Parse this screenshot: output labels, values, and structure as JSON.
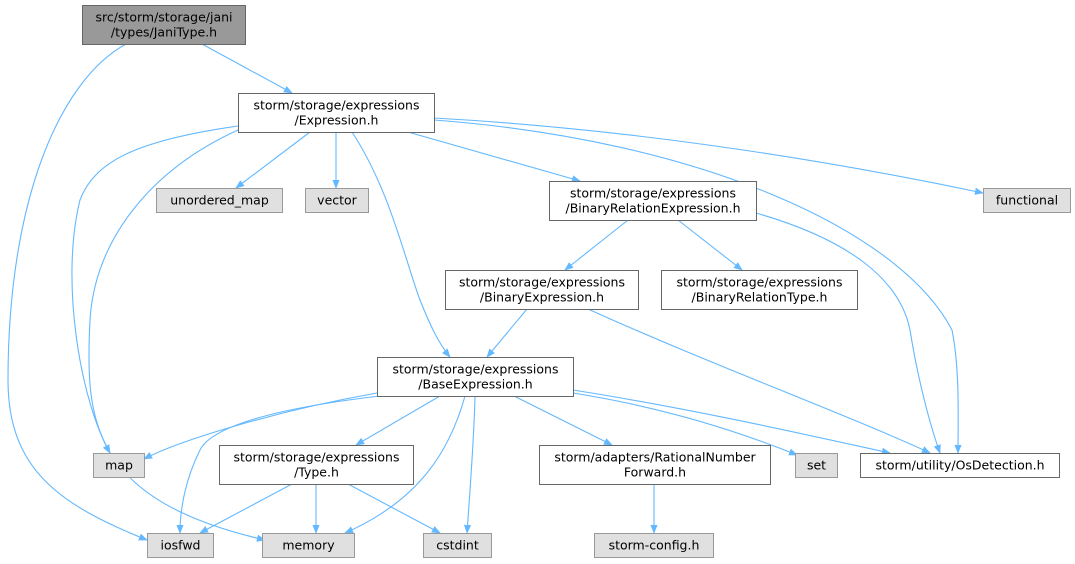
{
  "colors": {
    "edge": "#63b8ff",
    "node_border": "#666666",
    "node_fill": "#ffffff",
    "root_fill": "#999999",
    "root_border": "#666666",
    "system_fill": "#e0e0e0",
    "system_border": "#999999"
  },
  "nodes": [
    {
      "id": "root",
      "lines": [
        "src/storm/storage/jani",
        "/types/JaniType.h"
      ],
      "kind": "root"
    },
    {
      "id": "expression",
      "lines": [
        "storm/storage/expressions",
        "/Expression.h"
      ],
      "kind": "file"
    },
    {
      "id": "unordered_map",
      "lines": [
        "unordered_map"
      ],
      "kind": "system"
    },
    {
      "id": "vector",
      "lines": [
        "vector"
      ],
      "kind": "system"
    },
    {
      "id": "functional",
      "lines": [
        "functional"
      ],
      "kind": "system"
    },
    {
      "id": "binrelexpr",
      "lines": [
        "storm/storage/expressions",
        "/BinaryRelationExpression.h"
      ],
      "kind": "file"
    },
    {
      "id": "binexpr",
      "lines": [
        "storm/storage/expressions",
        "/BinaryExpression.h"
      ],
      "kind": "file"
    },
    {
      "id": "binreltype",
      "lines": [
        "storm/storage/expressions",
        "/BinaryRelationType.h"
      ],
      "kind": "file"
    },
    {
      "id": "baseexpr",
      "lines": [
        "storm/storage/expressions",
        "/BaseExpression.h"
      ],
      "kind": "file"
    },
    {
      "id": "map",
      "lines": [
        "map"
      ],
      "kind": "system"
    },
    {
      "id": "type",
      "lines": [
        "storm/storage/expressions",
        "/Type.h"
      ],
      "kind": "file"
    },
    {
      "id": "rational",
      "lines": [
        "storm/adapters/RationalNumber",
        "Forward.h"
      ],
      "kind": "file"
    },
    {
      "id": "set",
      "lines": [
        "set"
      ],
      "kind": "system"
    },
    {
      "id": "osdetection",
      "lines": [
        "storm/utility/OsDetection.h"
      ],
      "kind": "file"
    },
    {
      "id": "iosfwd",
      "lines": [
        "iosfwd"
      ],
      "kind": "system"
    },
    {
      "id": "memory",
      "lines": [
        "memory"
      ],
      "kind": "system"
    },
    {
      "id": "cstdint",
      "lines": [
        "cstdint"
      ],
      "kind": "system"
    },
    {
      "id": "stormconfig",
      "lines": [
        "storm-config.h"
      ],
      "kind": "system"
    }
  ],
  "edges": [
    {
      "from": "root",
      "to": "expression"
    },
    {
      "from": "root",
      "to": "iosfwd"
    },
    {
      "from": "expression",
      "to": "unordered_map"
    },
    {
      "from": "expression",
      "to": "vector"
    },
    {
      "from": "expression",
      "to": "functional"
    },
    {
      "from": "expression",
      "to": "binrelexpr"
    },
    {
      "from": "expression",
      "to": "osdetection"
    },
    {
      "from": "expression",
      "to": "baseexpr"
    },
    {
      "from": "expression",
      "to": "map"
    },
    {
      "from": "expression",
      "to": "memory"
    },
    {
      "from": "binrelexpr",
      "to": "binexpr"
    },
    {
      "from": "binrelexpr",
      "to": "binreltype"
    },
    {
      "from": "binrelexpr",
      "to": "osdetection"
    },
    {
      "from": "binexpr",
      "to": "baseexpr"
    },
    {
      "from": "binexpr",
      "to": "osdetection"
    },
    {
      "from": "baseexpr",
      "to": "map"
    },
    {
      "from": "baseexpr",
      "to": "iosfwd"
    },
    {
      "from": "baseexpr",
      "to": "type"
    },
    {
      "from": "baseexpr",
      "to": "memory"
    },
    {
      "from": "baseexpr",
      "to": "cstdint"
    },
    {
      "from": "baseexpr",
      "to": "rational"
    },
    {
      "from": "baseexpr",
      "to": "set"
    },
    {
      "from": "baseexpr",
      "to": "osdetection"
    },
    {
      "from": "type",
      "to": "iosfwd"
    },
    {
      "from": "type",
      "to": "memory"
    },
    {
      "from": "type",
      "to": "cstdint"
    },
    {
      "from": "rational",
      "to": "stormconfig"
    }
  ]
}
